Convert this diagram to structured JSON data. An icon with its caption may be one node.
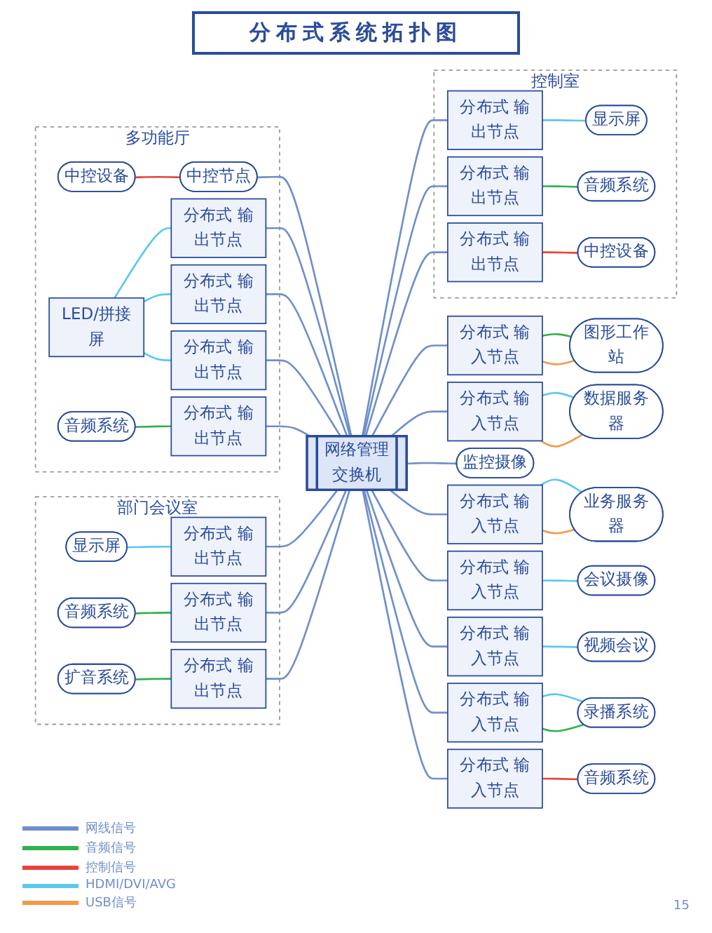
{
  "diagram": {
    "title": "分布式系统拓扑图",
    "nodes": [
      {
        "text": [
          "多功能厅"
        ]
      },
      {
        "text": [
          "LED/拼接屏"
        ],
        "in": 0
      },
      {
        "text": [
          "中控设备"
        ],
        "in": 0
      },
      {
        "text": [
          "中控节点"
        ],
        "in": 0
      },
      {
        "text": [
          "分布式 输出节点"
        ],
        "in": 0
      },
      {
        "text": [
          "分布式 输出节点"
        ],
        "in": 0
      },
      {
        "text": [
          "分布式 输出节点"
        ],
        "in": 0
      },
      {
        "text": [
          "音频系统"
        ],
        "in": 0
      },
      {
        "text": [
          "分布式 输出节点"
        ],
        "in": 0
      },
      {
        "text": [
          "部门会议室"
        ]
      },
      {
        "text": [
          "显示屏"
        ],
        "in": 9
      },
      {
        "text": [
          "分布式 输出节点"
        ],
        "in": 9
      },
      {
        "text": [
          "音频系统"
        ],
        "in": 9
      },
      {
        "text": [
          "分布式 输出节点"
        ],
        "in": 9
      },
      {
        "text": [
          "扩音系统"
        ],
        "in": 9
      },
      {
        "text": [
          "分布式 输出节点"
        ],
        "in": 9
      },
      {
        "text": [
          "控制室"
        ]
      },
      {
        "text": [
          "分布式 输出节点"
        ],
        "in": 16
      },
      {
        "text": [
          "显示屏"
        ],
        "in": 16
      },
      {
        "text": [
          "分布式 输出节点"
        ],
        "in": 16
      },
      {
        "text": [
          "音频系统"
        ],
        "in": 16
      },
      {
        "text": [
          "分布式 输出节点"
        ],
        "in": 16
      },
      {
        "text": [
          "中控设备"
        ],
        "in": 16
      },
      {
        "text": [
          "网络管理交换机"
        ]
      },
      {
        "text": [
          "图形工作站"
        ]
      },
      {
        "text": [
          "分布式 输入节点"
        ]
      },
      {
        "text": [
          "数据服务器"
        ]
      },
      {
        "text": [
          "分布式 输入节点"
        ]
      },
      {
        "text": [
          "业务服务器"
        ]
      },
      {
        "text": [
          "分布式 输入节点"
        ]
      },
      {
        "text": [
          "分布式 输入节点"
        ]
      },
      {
        "text": [
          "会议摄像"
        ]
      },
      {
        "text": [
          "分布式 输入节点"
        ]
      },
      {
        "text": [
          "视频会议"
        ]
      },
      {
        "text": [
          "分布式 输入节点"
        ]
      },
      {
        "text": [
          "录播系统"
        ]
      },
      {
        "text": [
          "监控摄像"
        ]
      },
      {
        "text": [
          "分布式 输入节点"
        ]
      },
      {
        "text": [
          "音频系统"
        ]
      }
    ],
    "edges": [
      {
        "from": 2,
        "to": 3,
        "arrow": "none",
        "color": "#e8423c"
      },
      {
        "from": 1,
        "to": 4,
        "arrow": "none",
        "color": "#5bc8f0"
      },
      {
        "from": 1,
        "to": 5,
        "arrow": "none",
        "color": "#5bc8f0"
      },
      {
        "from": 1,
        "to": 6,
        "arrow": "none",
        "color": "#5bc8f0"
      },
      {
        "from": 7,
        "to": 8,
        "arrow": "none",
        "color": "#2db34a"
      },
      {
        "from": 3,
        "to": 23,
        "arrow": "none"
      },
      {
        "from": 4,
        "to": 23,
        "arrow": "none"
      },
      {
        "from": 5,
        "to": 23,
        "arrow": "none"
      },
      {
        "from": 6,
        "to": 23,
        "arrow": "none"
      },
      {
        "from": 8,
        "to": 23,
        "arrow": "none"
      },
      {
        "from": 10,
        "to": 11,
        "arrow": "none",
        "color": "#5bc8f0"
      },
      {
        "from": 12,
        "to": 13,
        "arrow": "none",
        "color": "#2db34a"
      },
      {
        "from": 14,
        "to": 15,
        "arrow": "none",
        "color": "#2db34a"
      },
      {
        "from": 11,
        "to": 23,
        "arrow": "none"
      },
      {
        "from": 13,
        "to": 23,
        "arrow": "none"
      },
      {
        "from": 15,
        "to": 23,
        "arrow": "none"
      },
      {
        "from": 17,
        "to": 18,
        "arrow": "none",
        "color": "#5bc8f0"
      },
      {
        "from": 19,
        "to": 20,
        "arrow": "none",
        "color": "#2db34a"
      },
      {
        "from": 21,
        "to": 22,
        "arrow": "none",
        "color": "#e8423c"
      },
      {
        "from": 23,
        "to": 17,
        "arrow": "none"
      },
      {
        "from": 23,
        "to": 19,
        "arrow": "none"
      },
      {
        "from": 23,
        "to": 21,
        "arrow": "none"
      },
      {
        "from": 25,
        "to": 24,
        "arrow": "none",
        "color": "#2db34a"
      },
      {
        "from": 25,
        "to": 24,
        "arrow": "none",
        "color": "#f29a4a"
      },
      {
        "from": 27,
        "to": 26,
        "arrow": "none",
        "color": "#5bc8f0"
      },
      {
        "from": 27,
        "to": 26,
        "arrow": "none",
        "color": "#f29a4a"
      },
      {
        "from": 29,
        "to": 28,
        "arrow": "none",
        "color": "#5bc8f0"
      },
      {
        "from": 29,
        "to": 28,
        "arrow": "none",
        "color": "#f29a4a"
      },
      {
        "from": 23,
        "to": 25,
        "arrow": "none"
      },
      {
        "from": 23,
        "to": 27,
        "arrow": "none"
      },
      {
        "from": 23,
        "to": 29,
        "arrow": "none"
      },
      {
        "from": 30,
        "to": 31,
        "arrow": "none",
        "color": "#5bc8f0"
      },
      {
        "from": 32,
        "to": 33,
        "arrow": "none",
        "color": "#5bc8f0"
      },
      {
        "from": 23,
        "to": 30,
        "arrow": "none"
      },
      {
        "from": 23,
        "to": 32,
        "arrow": "none"
      },
      {
        "from": 34,
        "to": 35,
        "arrow": "none",
        "color": "#5bc8f0"
      },
      {
        "from": 34,
        "to": 35,
        "arrow": "none",
        "color": "#2db34a"
      },
      {
        "from": 23,
        "to": 36,
        "arrow": "none"
      },
      {
        "from": 37,
        "to": 38,
        "arrow": "none",
        "color": "#e8423c"
      },
      {
        "from": 23,
        "to": 34,
        "arrow": "none"
      },
      {
        "from": 23,
        "to": 37,
        "arrow": "none"
      }
    ],
    "labels": [
      "15"
    ],
    "legend": [
      {
        "text": "网线信号",
        "color": "#6f8fca"
      },
      {
        "text": "音频信号",
        "color": "#2db34a"
      },
      {
        "text": "控制信号",
        "color": "#e8423c"
      },
      {
        "text": "HDMI/DVI/AVG",
        "color": "#5bc8f0"
      },
      {
        "text": "USB信号",
        "color": "#f29a4a"
      }
    ]
  }
}
